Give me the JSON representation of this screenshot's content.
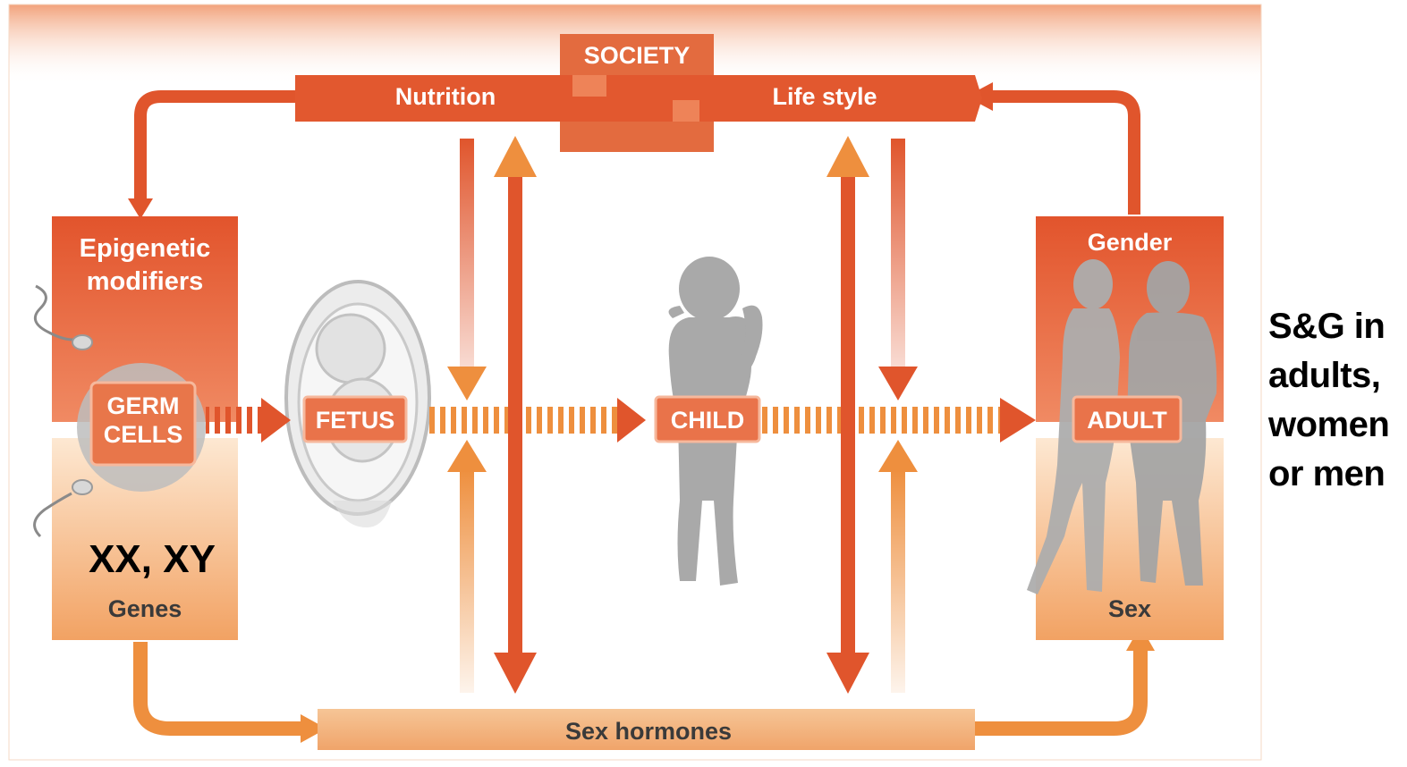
{
  "diagram": {
    "society": "SOCIETY",
    "nutrition": "Nutrition",
    "life_style": "Life style",
    "epigenetic": [
      "Epigenetic",
      "modifiers"
    ],
    "germ_cells": [
      "GERM",
      "CELLS"
    ],
    "fetus": "FETUS",
    "child": "CHILD",
    "adult": "ADULT",
    "gender": "Gender",
    "sex": "Sex",
    "genes": "Genes",
    "chromosomes": "XX, XY",
    "sex_hormones": "Sex hormones"
  },
  "side_note": "S&G in\nadults,\nwomen\nor men",
  "colors": {
    "red": "#e0552c",
    "orange": "#ee8f3e",
    "peach": "#f8d2a8",
    "silhouette": "#a9a9a9"
  },
  "icons": [
    "sperm-icon",
    "fetus-silhouette",
    "child-silhouette",
    "adult-silhouette"
  ]
}
